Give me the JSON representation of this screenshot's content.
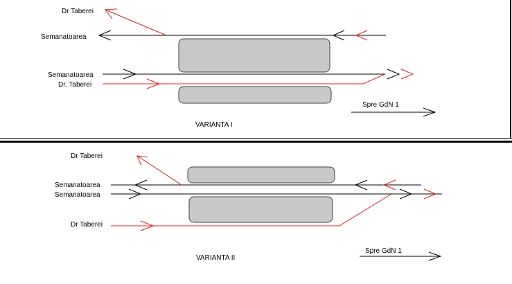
{
  "colors": {
    "black_track": "#000000",
    "red_track": "#e02020",
    "platform_fill": "#c8c8c8",
    "platform_stroke": "#404040"
  },
  "variant1": {
    "title": "VARIANTA  I",
    "label_dr_taberei_top": "Dr Taberei",
    "label_semanatoarea_top": "Semanatoarea",
    "label_semanatoarea_mid": "Semanatoarea",
    "label_dr_taberei_mid": "Dr. Taberei",
    "label_spre": "Spre GdN 1"
  },
  "variant2": {
    "title": "VARIANTA  II",
    "label_dr_taberei_top": "Dr Taberei",
    "label_semanatoarea_1": "Semanatoarea",
    "label_semanatoarea_2": "Semanatoarea",
    "label_dr_taberei_bottom": "Dr Taberei",
    "label_spre": "Spre GdN 1"
  }
}
